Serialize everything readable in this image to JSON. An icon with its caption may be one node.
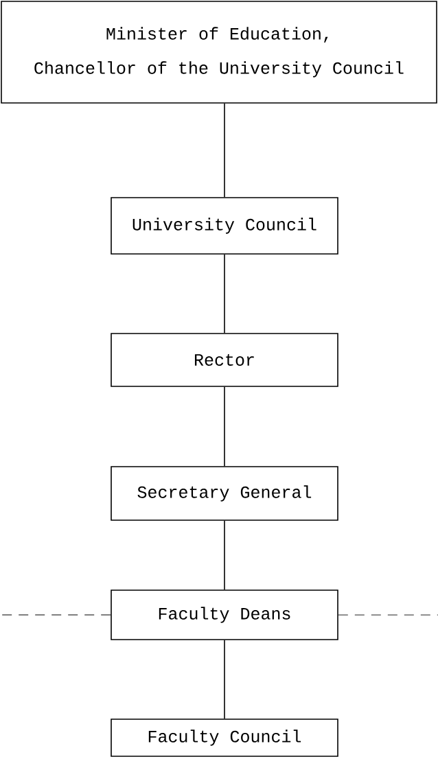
{
  "diagram": {
    "nodes": [
      {
        "text": [
          "Minister of Education,",
          "Chancellor of the University Council"
        ]
      },
      {
        "text": [
          "University Council"
        ]
      },
      {
        "text": [
          "Rector"
        ]
      },
      {
        "text": [
          "Secretary General"
        ]
      },
      {
        "text": [
          "Faculty Deans"
        ]
      },
      {
        "text": [
          "Faculty Council"
        ]
      }
    ],
    "edges": [
      {
        "from": 0,
        "to": 1,
        "arrow": "none"
      },
      {
        "from": 1,
        "to": 2,
        "arrow": "none"
      },
      {
        "from": 2,
        "to": 3,
        "arrow": "none"
      },
      {
        "from": 3,
        "to": 4,
        "arrow": "none"
      },
      {
        "from": 4,
        "to": 5,
        "arrow": "none"
      },
      {
        "from": 4,
        "to": null,
        "arrow": "none",
        "style": "dashed"
      },
      {
        "from": 4,
        "to": null,
        "arrow": "none",
        "style": "dashed"
      }
    ]
  }
}
